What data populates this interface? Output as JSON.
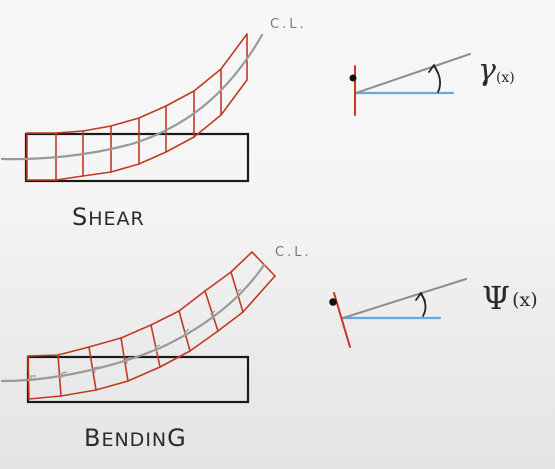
{
  "shear": {
    "centerline_label": "C.L.",
    "caption_big_1": "S",
    "caption_small_1": "HEAR",
    "angle_symbol": "γ",
    "angle_arg": "(x)"
  },
  "bending": {
    "centerline_label": "C.L.",
    "caption_big_1": "B",
    "caption_small_1": "ENDIN",
    "caption_big_2": "G",
    "angle_symbol": "Ψ",
    "angle_arg": "(x)"
  },
  "colors": {
    "beam_outline": "#1a1a1a",
    "deformed_shape": "#c23a22",
    "centerline": "#9a9a9a",
    "reference_line": "#6aa8de",
    "rotated_line": "#8e8e8e"
  }
}
